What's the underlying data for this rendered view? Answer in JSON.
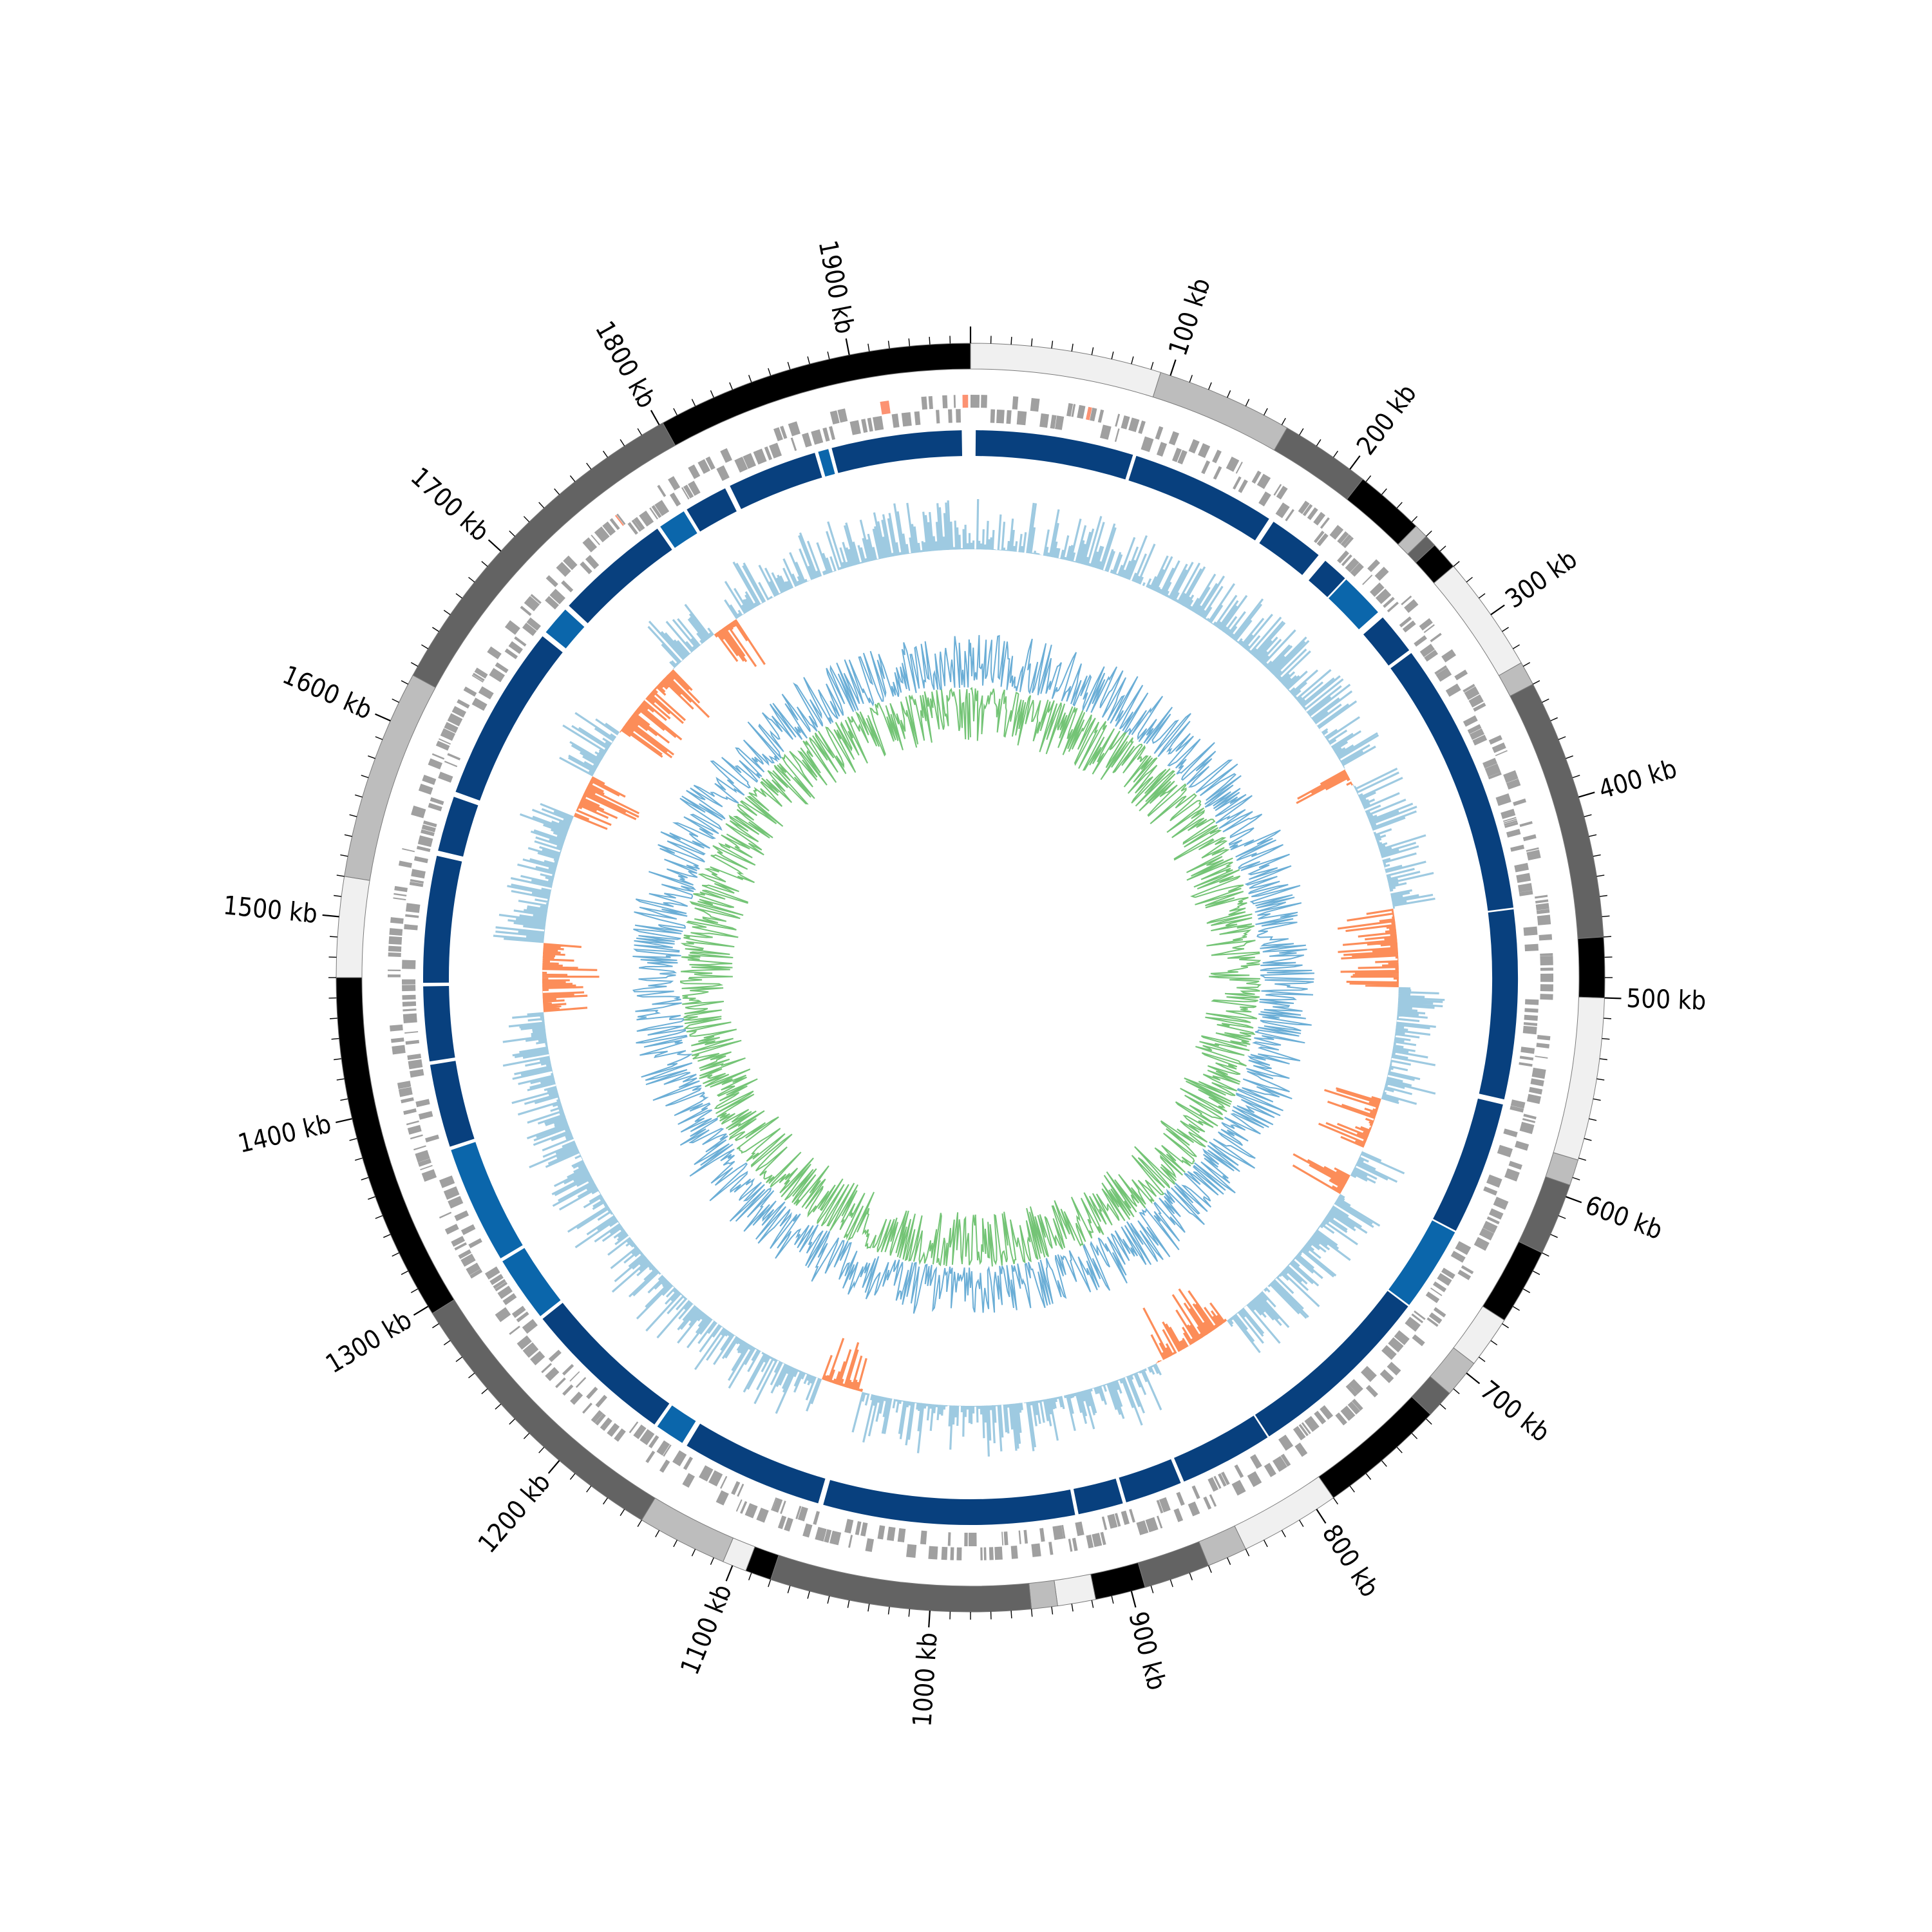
{
  "genome": {
    "length_kb": 1960,
    "unit": "kb"
  },
  "colors": {
    "black": "#000000",
    "dark_gray": "#636363",
    "mid_gray": "#bdbdbd",
    "light_gray": "#f0f0f0",
    "feature_gray": "#a0a0a0",
    "feature_red": "#fc9272",
    "region_blue_dark": "#08407e",
    "region_blue_mid": "#0b66ab",
    "skew_blue": "#9ecae1",
    "skew_red": "#fc8d59",
    "gc_blue": "#6baed6",
    "gc_green": "#74c476"
  },
  "karyotype_bands": [
    {
      "start": 0,
      "end": 95,
      "shade": "light_gray"
    },
    {
      "start": 95,
      "end": 163,
      "shade": "mid_gray"
    },
    {
      "start": 163,
      "end": 208,
      "shade": "dark_gray"
    },
    {
      "start": 208,
      "end": 243,
      "shade": "black"
    },
    {
      "start": 243,
      "end": 250,
      "shade": "mid_gray"
    },
    {
      "start": 250,
      "end": 256,
      "shade": "dark_gray"
    },
    {
      "start": 256,
      "end": 270,
      "shade": "black"
    },
    {
      "start": 270,
      "end": 328,
      "shade": "light_gray"
    },
    {
      "start": 328,
      "end": 340,
      "shade": "mid_gray"
    },
    {
      "start": 340,
      "end": 470,
      "shade": "dark_gray"
    },
    {
      "start": 470,
      "end": 500,
      "shade": "black"
    },
    {
      "start": 500,
      "end": 581,
      "shade": "light_gray"
    },
    {
      "start": 581,
      "end": 594,
      "shade": "mid_gray"
    },
    {
      "start": 594,
      "end": 630,
      "shade": "dark_gray"
    },
    {
      "start": 630,
      "end": 668,
      "shade": "black"
    },
    {
      "start": 668,
      "end": 694,
      "shade": "light_gray"
    },
    {
      "start": 694,
      "end": 713,
      "shade": "mid_gray"
    },
    {
      "start": 713,
      "end": 727,
      "shade": "dark_gray"
    },
    {
      "start": 727,
      "end": 790,
      "shade": "black"
    },
    {
      "start": 790,
      "end": 840,
      "shade": "light_gray"
    },
    {
      "start": 840,
      "end": 860,
      "shade": "mid_gray"
    },
    {
      "start": 860,
      "end": 893,
      "shade": "dark_gray"
    },
    {
      "start": 893,
      "end": 918,
      "shade": "black"
    },
    {
      "start": 918,
      "end": 937,
      "shade": "light_gray"
    },
    {
      "start": 937,
      "end": 950,
      "shade": "mid_gray"
    },
    {
      "start": 950,
      "end": 1080,
      "shade": "dark_gray"
    },
    {
      "start": 1080,
      "end": 1093,
      "shade": "black"
    },
    {
      "start": 1093,
      "end": 1105,
      "shade": "light_gray"
    },
    {
      "start": 1105,
      "end": 1150,
      "shade": "mid_gray"
    },
    {
      "start": 1150,
      "end": 1296,
      "shade": "dark_gray"
    },
    {
      "start": 1296,
      "end": 1470,
      "shade": "black"
    },
    {
      "start": 1470,
      "end": 1520,
      "shade": "light_gray"
    },
    {
      "start": 1520,
      "end": 1625,
      "shade": "mid_gray"
    },
    {
      "start": 1625,
      "end": 1802,
      "shade": "dark_gray"
    },
    {
      "start": 1802,
      "end": 1960,
      "shade": "black"
    }
  ],
  "tick_labels": [
    {
      "pos": 100,
      "label": "100 kb"
    },
    {
      "pos": 200,
      "label": "200 kb"
    },
    {
      "pos": 300,
      "label": "300 kb"
    },
    {
      "pos": 400,
      "label": "400 kb"
    },
    {
      "pos": 500,
      "label": "500 kb"
    },
    {
      "pos": 600,
      "label": "600 kb"
    },
    {
      "pos": 700,
      "label": "700 kb"
    },
    {
      "pos": 800,
      "label": "800 kb"
    },
    {
      "pos": 900,
      "label": "900 kb"
    },
    {
      "pos": 1000,
      "label": "1000 kb"
    },
    {
      "pos": 1100,
      "label": "1100 kb"
    },
    {
      "pos": 1200,
      "label": "1200 kb"
    },
    {
      "pos": 1300,
      "label": "1300 kb"
    },
    {
      "pos": 1400,
      "label": "1400 kb"
    },
    {
      "pos": 1500,
      "label": "1500 kb"
    },
    {
      "pos": 1600,
      "label": "1600 kb"
    },
    {
      "pos": 1700,
      "label": "1700 kb"
    },
    {
      "pos": 1800,
      "label": "1800 kb"
    },
    {
      "pos": 1900,
      "label": "1900 kb"
    }
  ],
  "minor_tick_step_kb": 10,
  "region_blocks": [
    {
      "start": 3,
      "end": 94,
      "shade": "region_blue_dark"
    },
    {
      "start": 96,
      "end": 180,
      "shade": "region_blue_dark"
    },
    {
      "start": 183,
      "end": 215,
      "shade": "region_blue_dark"
    },
    {
      "start": 220,
      "end": 235,
      "shade": "region_blue_dark"
    },
    {
      "start": 236,
      "end": 262,
      "shade": "region_blue_mid"
    },
    {
      "start": 266,
      "end": 290,
      "shade": "region_blue_dark"
    },
    {
      "start": 292,
      "end": 450,
      "shade": "region_blue_dark"
    },
    {
      "start": 451,
      "end": 560,
      "shade": "region_blue_dark"
    },
    {
      "start": 563,
      "end": 640,
      "shade": "region_blue_dark"
    },
    {
      "start": 641,
      "end": 690,
      "shade": "region_blue_mid"
    },
    {
      "start": 691,
      "end": 800,
      "shade": "region_blue_dark"
    },
    {
      "start": 801,
      "end": 855,
      "shade": "region_blue_dark"
    },
    {
      "start": 857,
      "end": 890,
      "shade": "region_blue_dark"
    },
    {
      "start": 892,
      "end": 918,
      "shade": "region_blue_dark"
    },
    {
      "start": 920,
      "end": 1065,
      "shade": "region_blue_dark"
    },
    {
      "start": 1068,
      "end": 1150,
      "shade": "region_blue_dark"
    },
    {
      "start": 1153,
      "end": 1170,
      "shade": "region_blue_mid"
    },
    {
      "start": 1172,
      "end": 1260,
      "shade": "region_blue_dark"
    },
    {
      "start": 1262,
      "end": 1300,
      "shade": "region_blue_mid"
    },
    {
      "start": 1302,
      "end": 1370,
      "shade": "region_blue_mid"
    },
    {
      "start": 1372,
      "end": 1420,
      "shade": "region_blue_dark"
    },
    {
      "start": 1422,
      "end": 1465,
      "shade": "region_blue_dark"
    },
    {
      "start": 1467,
      "end": 1540,
      "shade": "region_blue_dark"
    },
    {
      "start": 1543,
      "end": 1575,
      "shade": "region_blue_dark"
    },
    {
      "start": 1578,
      "end": 1680,
      "shade": "region_blue_dark"
    },
    {
      "start": 1683,
      "end": 1700,
      "shade": "region_blue_mid"
    },
    {
      "start": 1703,
      "end": 1770,
      "shade": "region_blue_dark"
    },
    {
      "start": 1772,
      "end": 1788,
      "shade": "region_blue_mid"
    },
    {
      "start": 1790,
      "end": 1815,
      "shade": "region_blue_dark"
    },
    {
      "start": 1818,
      "end": 1870,
      "shade": "region_blue_dark"
    },
    {
      "start": 1872,
      "end": 1878,
      "shade": "region_blue_mid"
    },
    {
      "start": 1880,
      "end": 1955,
      "shade": "region_blue_dark"
    }
  ],
  "skew_positive_regions": [
    {
      "start": 332,
      "end": 345
    },
    {
      "start": 440,
      "end": 497
    },
    {
      "start": 580,
      "end": 620
    },
    {
      "start": 640,
      "end": 655
    },
    {
      "start": 780,
      "end": 840
    },
    {
      "start": 1060,
      "end": 1090
    },
    {
      "start": 1445,
      "end": 1495
    },
    {
      "start": 1590,
      "end": 1622
    },
    {
      "start": 1660,
      "end": 1720
    },
    {
      "start": 1760,
      "end": 1780
    }
  ],
  "genes_track": {
    "strand_gap": true
  },
  "gc_skew_track": {
    "baseline": 0
  },
  "gc_content_track": {
    "baseline": 0
  }
}
